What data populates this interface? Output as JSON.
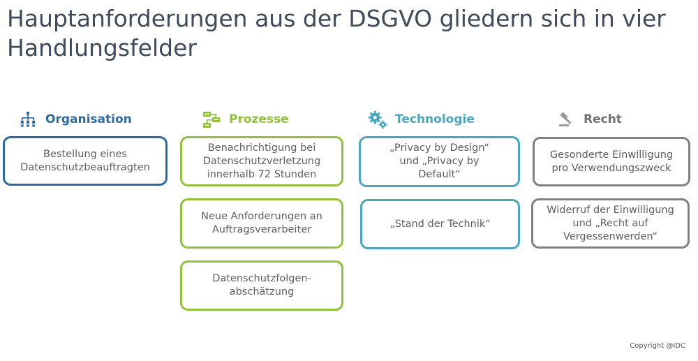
{
  "title": "Hauptanforderungen aus der DSGVO gliedern sich in vier Handlungsfelder",
  "copyright": "Copyright @IDC",
  "colors": {
    "organisation": "#2c6aa3",
    "prozesse": "#92c03e",
    "technologie": "#4aa6bc",
    "recht": "#808080"
  },
  "columns": [
    {
      "label": "Organisation",
      "icon": "org-chart-icon",
      "boxes": [
        "Bestellung eines Datenschutzbeauftragten"
      ]
    },
    {
      "label": "Prozesse",
      "icon": "process-flow-icon",
      "boxes": [
        "Benachrichtigung bei Datenschutzverletzung innerhalb 72 Stunden",
        "Neue Anforderungen an Auftragsverarbeiter",
        "Datenschutzfolgen-abschätzung"
      ]
    },
    {
      "label": "Technologie",
      "icon": "gears-icon",
      "boxes": [
        "„Privacy by Design“ und „Privacy by Default“",
        "„Stand der Technik“"
      ]
    },
    {
      "label": "Recht",
      "icon": "gavel-icon",
      "boxes": [
        "Gesonderte Einwilligung pro Verwendungszweck",
        "Widerruf der Einwilligung und „Recht auf Vergessenwerden“"
      ]
    }
  ]
}
